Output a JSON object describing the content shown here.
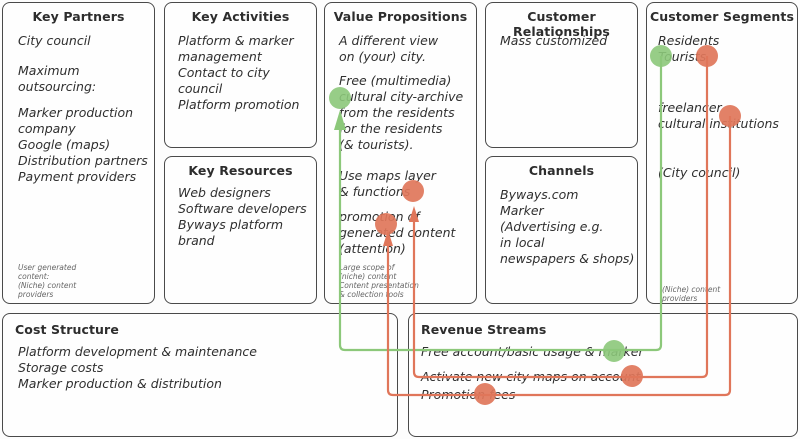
{
  "canvas": {
    "key_partners": {
      "title": "Key Partners",
      "items": [
        "City council",
        "Maximum\noutsourcing:",
        "Marker production\ncompany\nGoogle (maps)\nDistribution partners\nPayment providers"
      ],
      "note": "User generated\ncontent:\n(Niche) content\nproviders"
    },
    "key_activities": {
      "title": "Key Activities",
      "items": [
        "Platform & marker\nmanagement\nContact to city\ncouncil\nPlatform promotion"
      ]
    },
    "key_resources": {
      "title": "Key Resources",
      "items": [
        "Web designers\nSoftware developers\nByways platform\nbrand"
      ]
    },
    "value_propositions": {
      "title": "Value Propositions",
      "items": [
        "A different view\non (your) city.",
        "Free (multimedia)\ncultural city-archive\nfrom the residents\nfor the residents\n(& tourists).",
        "Use maps layer\n& functions",
        "promotion of\ngenerated content\n(attention)"
      ],
      "note": "Large scope of\n(niche) content\nContent presentation\n& collection tools"
    },
    "customer_relationships": {
      "title": "Customer Relationships",
      "items": [
        "Mass customized"
      ]
    },
    "channels": {
      "title": "Channels",
      "items": [
        "Byways.com\nMarker\n(Advertising e.g.\nin local\nnewspapers & shops)"
      ]
    },
    "customer_segments": {
      "title": "Customer Segments",
      "items": [
        "Residents\nTourists",
        "freelancer\ncultural institutions",
        "(City council)"
      ],
      "note": "(Niche) content\nproviders"
    },
    "cost_structure": {
      "title": "Cost Structure",
      "items": [
        "Platform development & maintenance\nStorage costs\nMarker production & distribution"
      ]
    },
    "revenue_streams": {
      "title": "Revenue Streams",
      "items": [
        "Free account/basic usage & marker",
        "Activate new city maps on account",
        "Promotion fees"
      ]
    }
  },
  "connections": [
    {
      "from": "Free account/basic usage & marker",
      "via": "Residents",
      "to": "Free (multimedia) cultural city-archive",
      "color": "#8cc87a"
    },
    {
      "from": "Activate new city maps on account",
      "via": "Tourists",
      "to": "Use maps layer & functions",
      "color": "#e0765a"
    },
    {
      "from": "Promotion fees",
      "via": "cultural institutions",
      "to": "promotion of generated content",
      "color": "#e0765a"
    }
  ],
  "colors": {
    "green": "#8cc87a",
    "red": "#e0765a",
    "border": "#4a4a4a"
  }
}
